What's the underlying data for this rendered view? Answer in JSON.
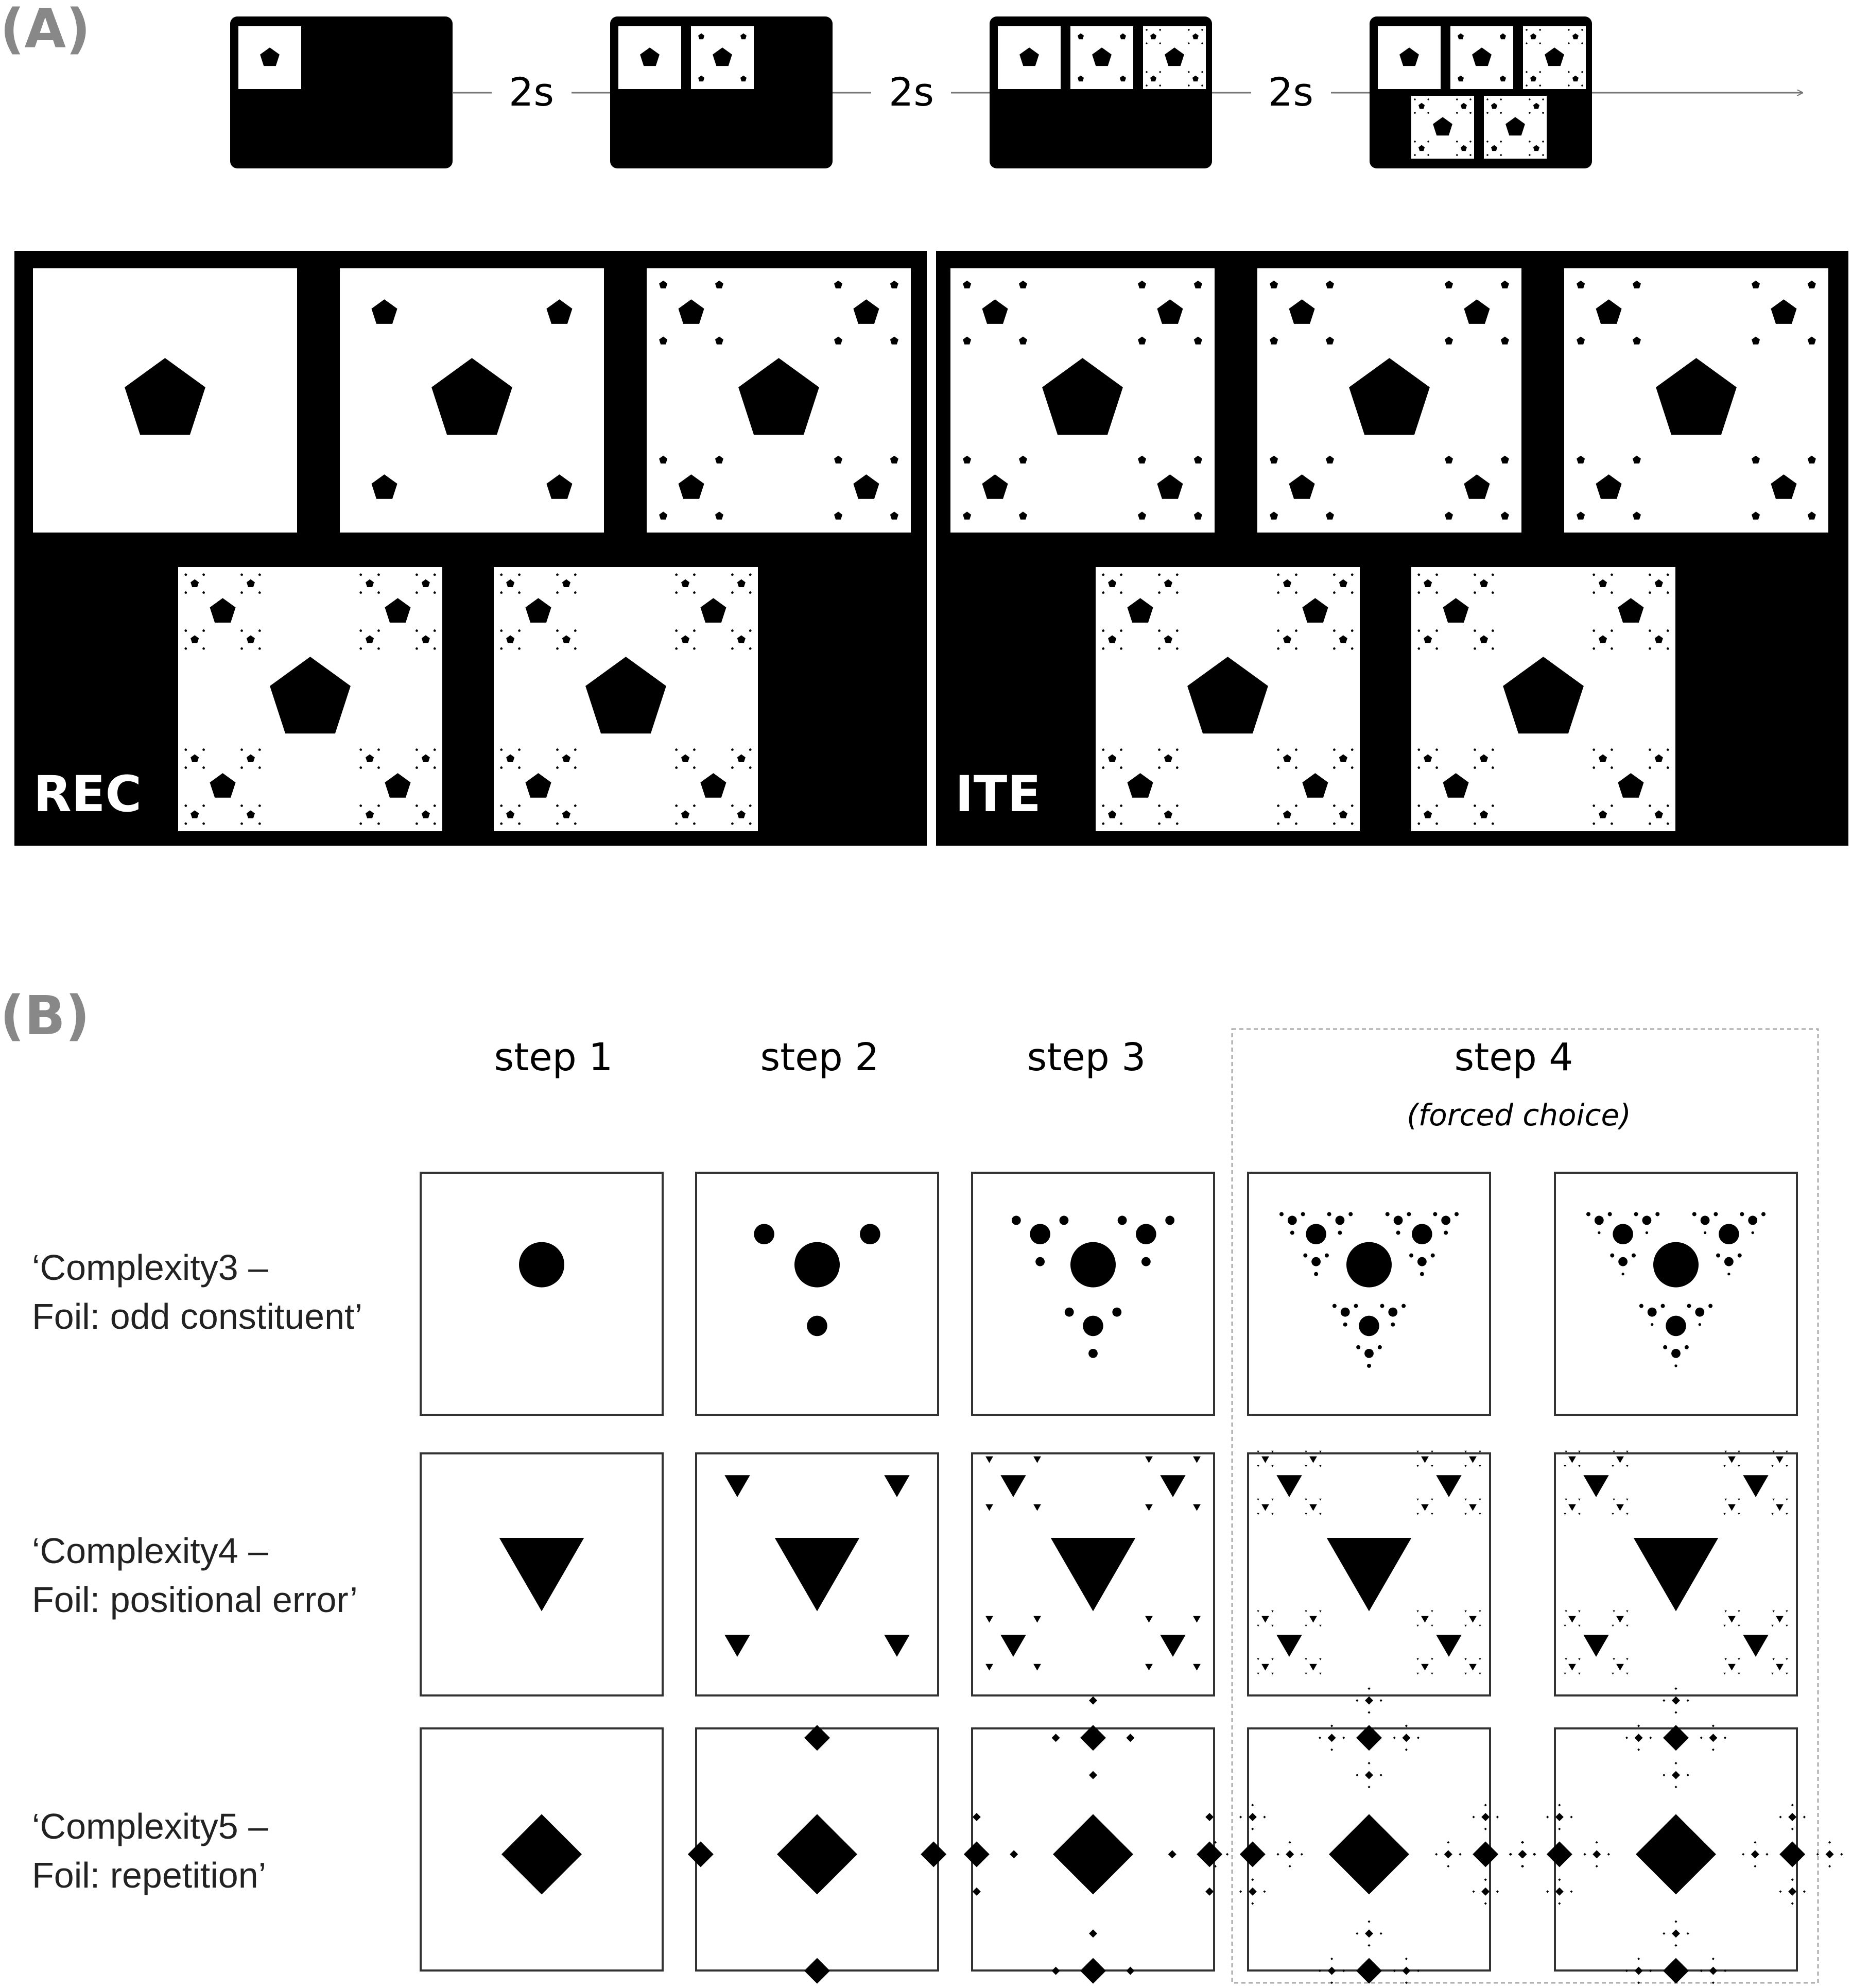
{
  "panel_a": {
    "label": "(A)",
    "timeline": {
      "intervals": [
        "2s",
        "2s",
        "2s"
      ],
      "screens_items": [
        1,
        2,
        3,
        5
      ]
    },
    "conditions": [
      {
        "label": "REC",
        "levels": [
          0,
          1,
          2,
          3,
          3
        ]
      },
      {
        "label": "ITE",
        "levels": [
          2,
          2,
          2,
          3,
          3
        ]
      }
    ]
  },
  "panel_b": {
    "label": "(B)",
    "steps": [
      "step 1",
      "step 2",
      "step 3",
      "step 4"
    ],
    "step4_note": "(forced choice)",
    "rows": [
      {
        "label_line1": "‘Complexity3 –",
        "label_line2": "Foil: odd constituent’",
        "shape": "circle"
      },
      {
        "label_line1": "‘Complexity4 –",
        "label_line2": "Foil: positional error’",
        "shape": "triangle"
      },
      {
        "label_line1": "‘Complexity5 –",
        "label_line2": "Foil: repetition’",
        "shape": "diamond"
      }
    ]
  }
}
